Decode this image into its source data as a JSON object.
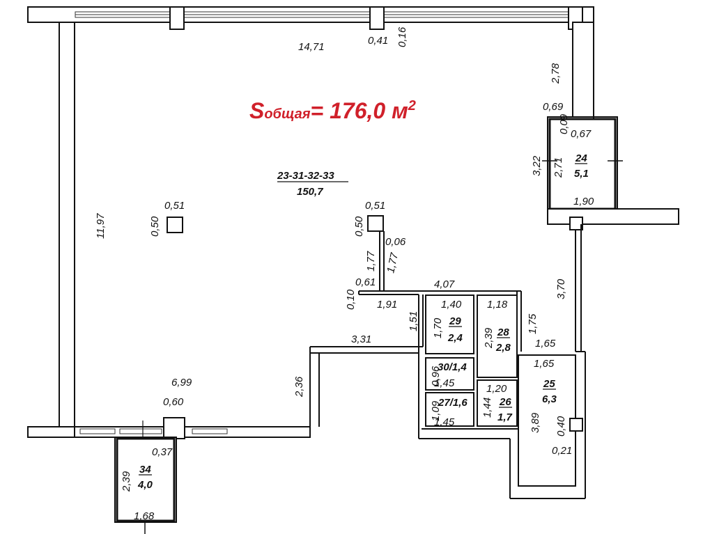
{
  "title": {
    "prefix": "S",
    "subscript": "общая",
    "value": "= 176,0 м",
    "superscript": "2",
    "color": "#d0202a"
  },
  "rooms": {
    "main": {
      "number": "23-31-32-33",
      "area": "150,7"
    },
    "r24": {
      "number": "24",
      "area": "5,1"
    },
    "r29": {
      "number": "29",
      "area": "2,4"
    },
    "r28": {
      "number": "28",
      "area": "2,8"
    },
    "r30": {
      "label": "30/1,4"
    },
    "r27": {
      "label": "27/1,6"
    },
    "r26": {
      "number": "26",
      "area": "1,7"
    },
    "r25": {
      "number": "25",
      "area": "6,3"
    },
    "r34": {
      "number": "34",
      "area": "4,0"
    }
  },
  "dims": {
    "top_len": "14,71",
    "top_col": "0,41",
    "top_gap": "0,16",
    "left_h": "11,97",
    "col1_w": "0,51",
    "col1_h": "0,50",
    "col2_w": "0,51",
    "col2_h": "0,50",
    "right_upper": "2,78",
    "r24_lw": "0,69",
    "r24_side": "0,09",
    "r24_top": "0,67",
    "r24_outer_h": "3,22",
    "r24_inner_h": "2,71",
    "r24_bottom": "1,90",
    "right_mid": "3,70",
    "partition_a": "1,77",
    "partition_b": "1,77",
    "partition_t": "0,06",
    "p_end_w": "0,61",
    "p_end_h": "0,10",
    "corridor_len": "4,07",
    "step_w": "1,91",
    "step_h": "1,51",
    "bottom_step": "3,31",
    "main_low_h": "2,36",
    "r29_w": "1,40",
    "r29_h": "1,70",
    "r28_w": "1,18",
    "r28_h": "2,39",
    "r28_side": "1,75",
    "r25_top_a": "1,65",
    "r25_top_b": "1,65",
    "r30_h": "0,96",
    "r30_w": "1,45",
    "r26_w": "1,20",
    "r26_h": "1,44",
    "r27_h": "1,09",
    "r27_w": "1,45",
    "r25_h": "3,89",
    "r25_col_h": "0,40",
    "r25_col_w": "0,21",
    "main_bottom": "6,99",
    "door_col": "0,60",
    "r34_top": "0,37",
    "r34_h": "2,39",
    "r34_w": "1,68"
  }
}
